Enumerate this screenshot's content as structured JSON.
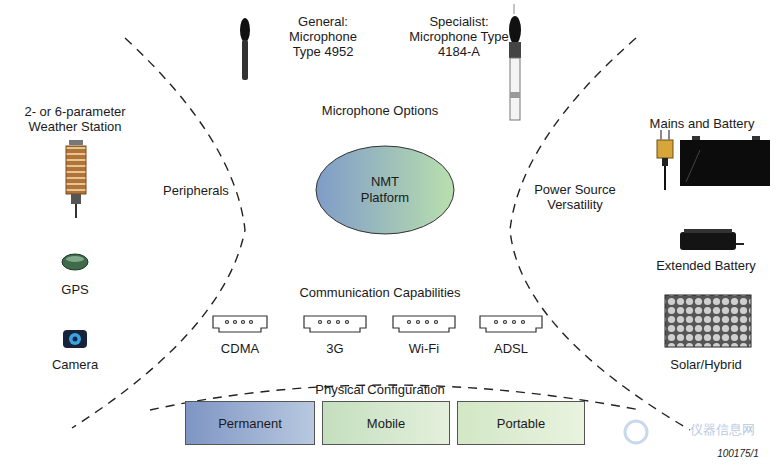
{
  "diagram": {
    "nodes": [
      {
        "text": [
          "NMT Platform"
        ]
      },
      {
        "text": [
          "Permanent"
        ]
      },
      {
        "text": [
          "Mobile"
        ]
      },
      {
        "text": [
          "Portable"
        ]
      }
    ],
    "labels": [
      "General: Microphone Type 4952",
      "Specialist: Microphone Type 4184-A",
      "Microphone Options",
      "2- or 6-parameter Weather Station",
      "Peripherals",
      "GPS",
      "Camera",
      "Power Source Versatility",
      "Mains and Battery",
      "Extended Battery",
      "Solar/Hybrid",
      "Communication Capabilities",
      "CDMA",
      "3G",
      "Wi-Fi",
      "ADSL",
      "Physical Configuration",
      "100175/1",
      "仪器信息网"
    ]
  }
}
